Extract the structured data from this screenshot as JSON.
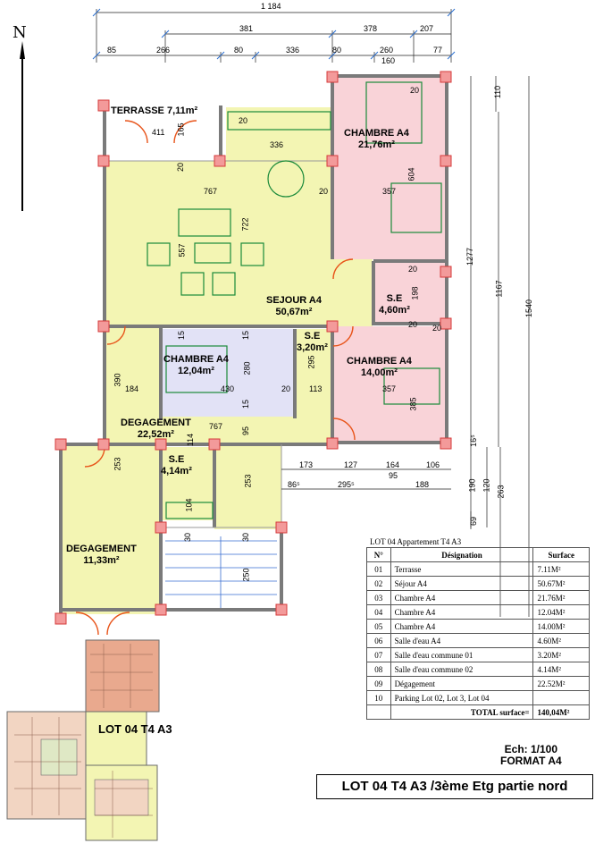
{
  "north": "N",
  "rooms": {
    "terrasse": {
      "name": "TERRASSE",
      "area": "7,11m²"
    },
    "chambre1": {
      "name": "CHAMBRE A4",
      "area": "21,76m²"
    },
    "sejour": {
      "name": "SEJOUR A4",
      "area": "50,67m²"
    },
    "se1": {
      "name": "S.E",
      "area": "4,60m²"
    },
    "se2": {
      "name": "S.E",
      "area": "3,20m²"
    },
    "chambre2": {
      "name": "CHAMBRE A4",
      "area": "12,04m²"
    },
    "chambre3": {
      "name": "CHAMBRE A4",
      "area": "14,00m²"
    },
    "degagement1": {
      "name": "DEGAGEMENT",
      "area": "22,52m²"
    },
    "se3": {
      "name": "S.E",
      "area": "4,14m²"
    },
    "degagement2": {
      "name": "DEGAGEMENT",
      "area": "11,33m²"
    }
  },
  "dimensions": {
    "top_total": "1 184",
    "top_row2": [
      "381",
      "378",
      "207"
    ],
    "top_row3": [
      "85",
      "266",
      "80",
      "336",
      "80",
      "260",
      "77"
    ],
    "top_160": "160",
    "right": [
      "110",
      "1277",
      "1167",
      "1540"
    ],
    "right_lower": [
      "16⁵",
      "190",
      "120",
      "263",
      "69"
    ],
    "bottom_row1": [
      "173",
      "127",
      "164",
      "106"
    ],
    "bottom_row2": [
      "86⁵",
      "295⁵",
      "95",
      "188"
    ],
    "interior": [
      "411",
      "165",
      "20",
      "336",
      "767",
      "20",
      "357",
      "604",
      "722",
      "557",
      "20",
      "198",
      "20",
      "15",
      "15",
      "295",
      "390",
      "184",
      "280",
      "430",
      "20",
      "113",
      "357",
      "385",
      "15",
      "767",
      "95",
      "114",
      "253",
      "253",
      "104",
      "30",
      "30",
      "250",
      "20",
      "20",
      "20"
    ]
  },
  "lot_label": "LOT 04 T4  A3",
  "table": {
    "title": "LOT 04 Appartement T4 A3",
    "headers": [
      "N°",
      "Désignation",
      "Surface"
    ],
    "rows": [
      [
        "01",
        "Terrasse",
        "7.11M²"
      ],
      [
        "02",
        "Séjour A4",
        "50.67M²"
      ],
      [
        "03",
        "Chambre A4",
        "21.76M²"
      ],
      [
        "04",
        "Chambre A4",
        "12.04M²"
      ],
      [
        "05",
        "Chambre A4",
        "14.00M²"
      ],
      [
        "06",
        "Salle d'eau A4",
        "4.60M²"
      ],
      [
        "07",
        "Salle d'eau commune 01",
        "3.20M²"
      ],
      [
        "08",
        "Salle d'eau commune 02",
        "4.14M²"
      ],
      [
        "09",
        "Dégagement",
        "22.52M²"
      ],
      [
        "10",
        "Parking Lot 02, Lot 3, Lot 04",
        ""
      ]
    ],
    "total_label": "TOTAL surface=",
    "total_value": "140,04M²"
  },
  "scale": {
    "line1": "Ech: 1/100",
    "line2": "FORMAT A4"
  },
  "title": "LOT 04 T4 A3 /3ème Etg partie nord",
  "colors": {
    "sejour": "#f3f5b3",
    "chambre": "#f9d3d8",
    "chambre2": "#e2e2f6",
    "wall": "#8a8a8a",
    "column": "#f39a9a",
    "door": "#e8541a"
  }
}
